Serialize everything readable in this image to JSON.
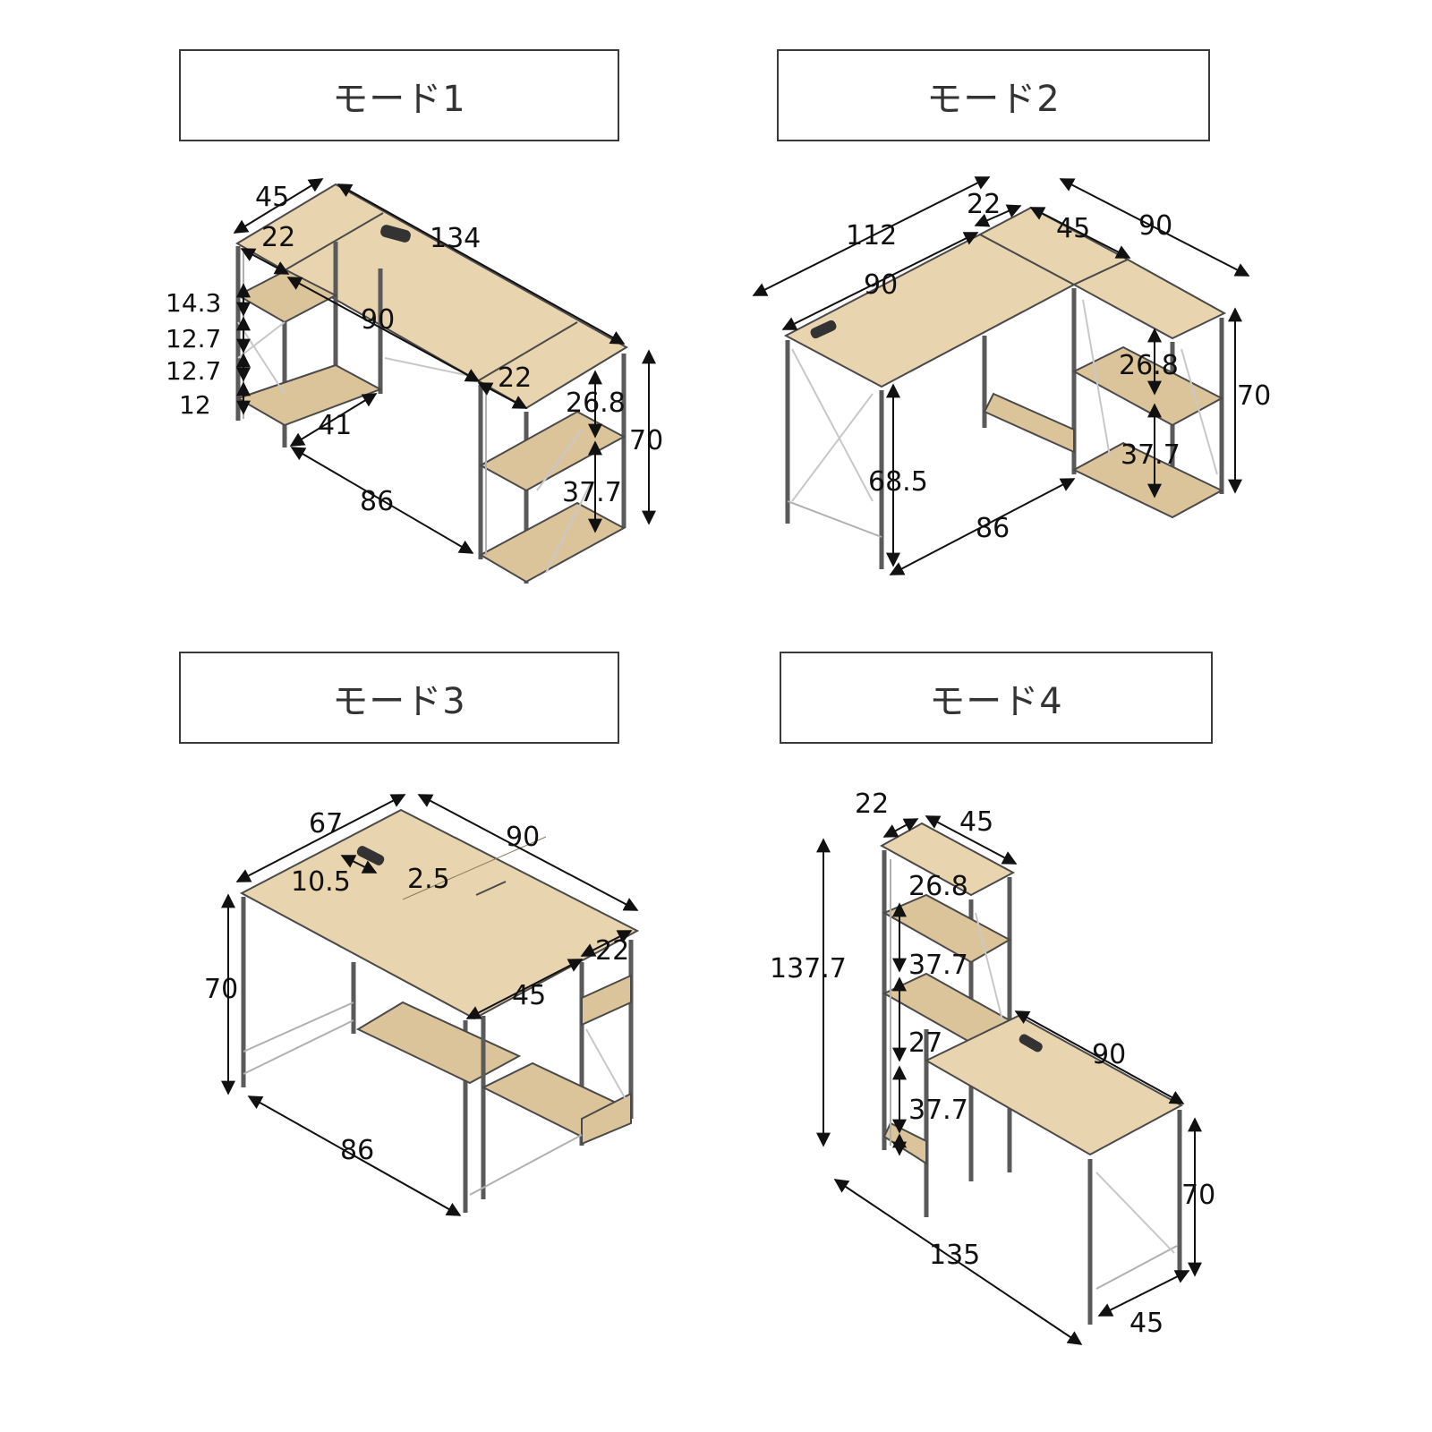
{
  "modes": {
    "mode1": {
      "title": "モード1"
    },
    "mode2": {
      "title": "モード2"
    },
    "mode3": {
      "title": "モード3"
    },
    "mode4": {
      "title": "モード4"
    }
  },
  "dims": {
    "m1": {
      "depth": "45",
      "width": "134",
      "shelf_w_left": "22",
      "gap": "90",
      "shelf_w_right": "22",
      "h1": "14.3",
      "h2": "12.7",
      "h3": "12.7",
      "h4": "12",
      "inner_depth": "41",
      "r_upper": "26.8",
      "r_lower": "37.7",
      "height": "70",
      "leg_span": "86"
    },
    "m2": {
      "total_w": "112",
      "shelf_w": "22",
      "shelf_d": "45",
      "right_w": "90",
      "desk_w": "90",
      "r_upper": "26.8",
      "height": "70",
      "r_lower": "37.7",
      "leg_h": "68.5",
      "leg_span": "86"
    },
    "m3": {
      "depth": "67",
      "width": "90",
      "outlet_w": "10.5",
      "outlet_gap": "2.5",
      "shelf_w": "22",
      "shelf_d": "45",
      "height": "70",
      "leg_span": "86"
    },
    "m4": {
      "shelf_w": "22",
      "shelf_d": "45",
      "s1": "26.8",
      "s2": "37.7",
      "s3": "27",
      "s4": "37.7",
      "total_h": "137.7",
      "desk_w": "90",
      "height": "70",
      "total_len": "135",
      "desk_d": "45"
    }
  }
}
